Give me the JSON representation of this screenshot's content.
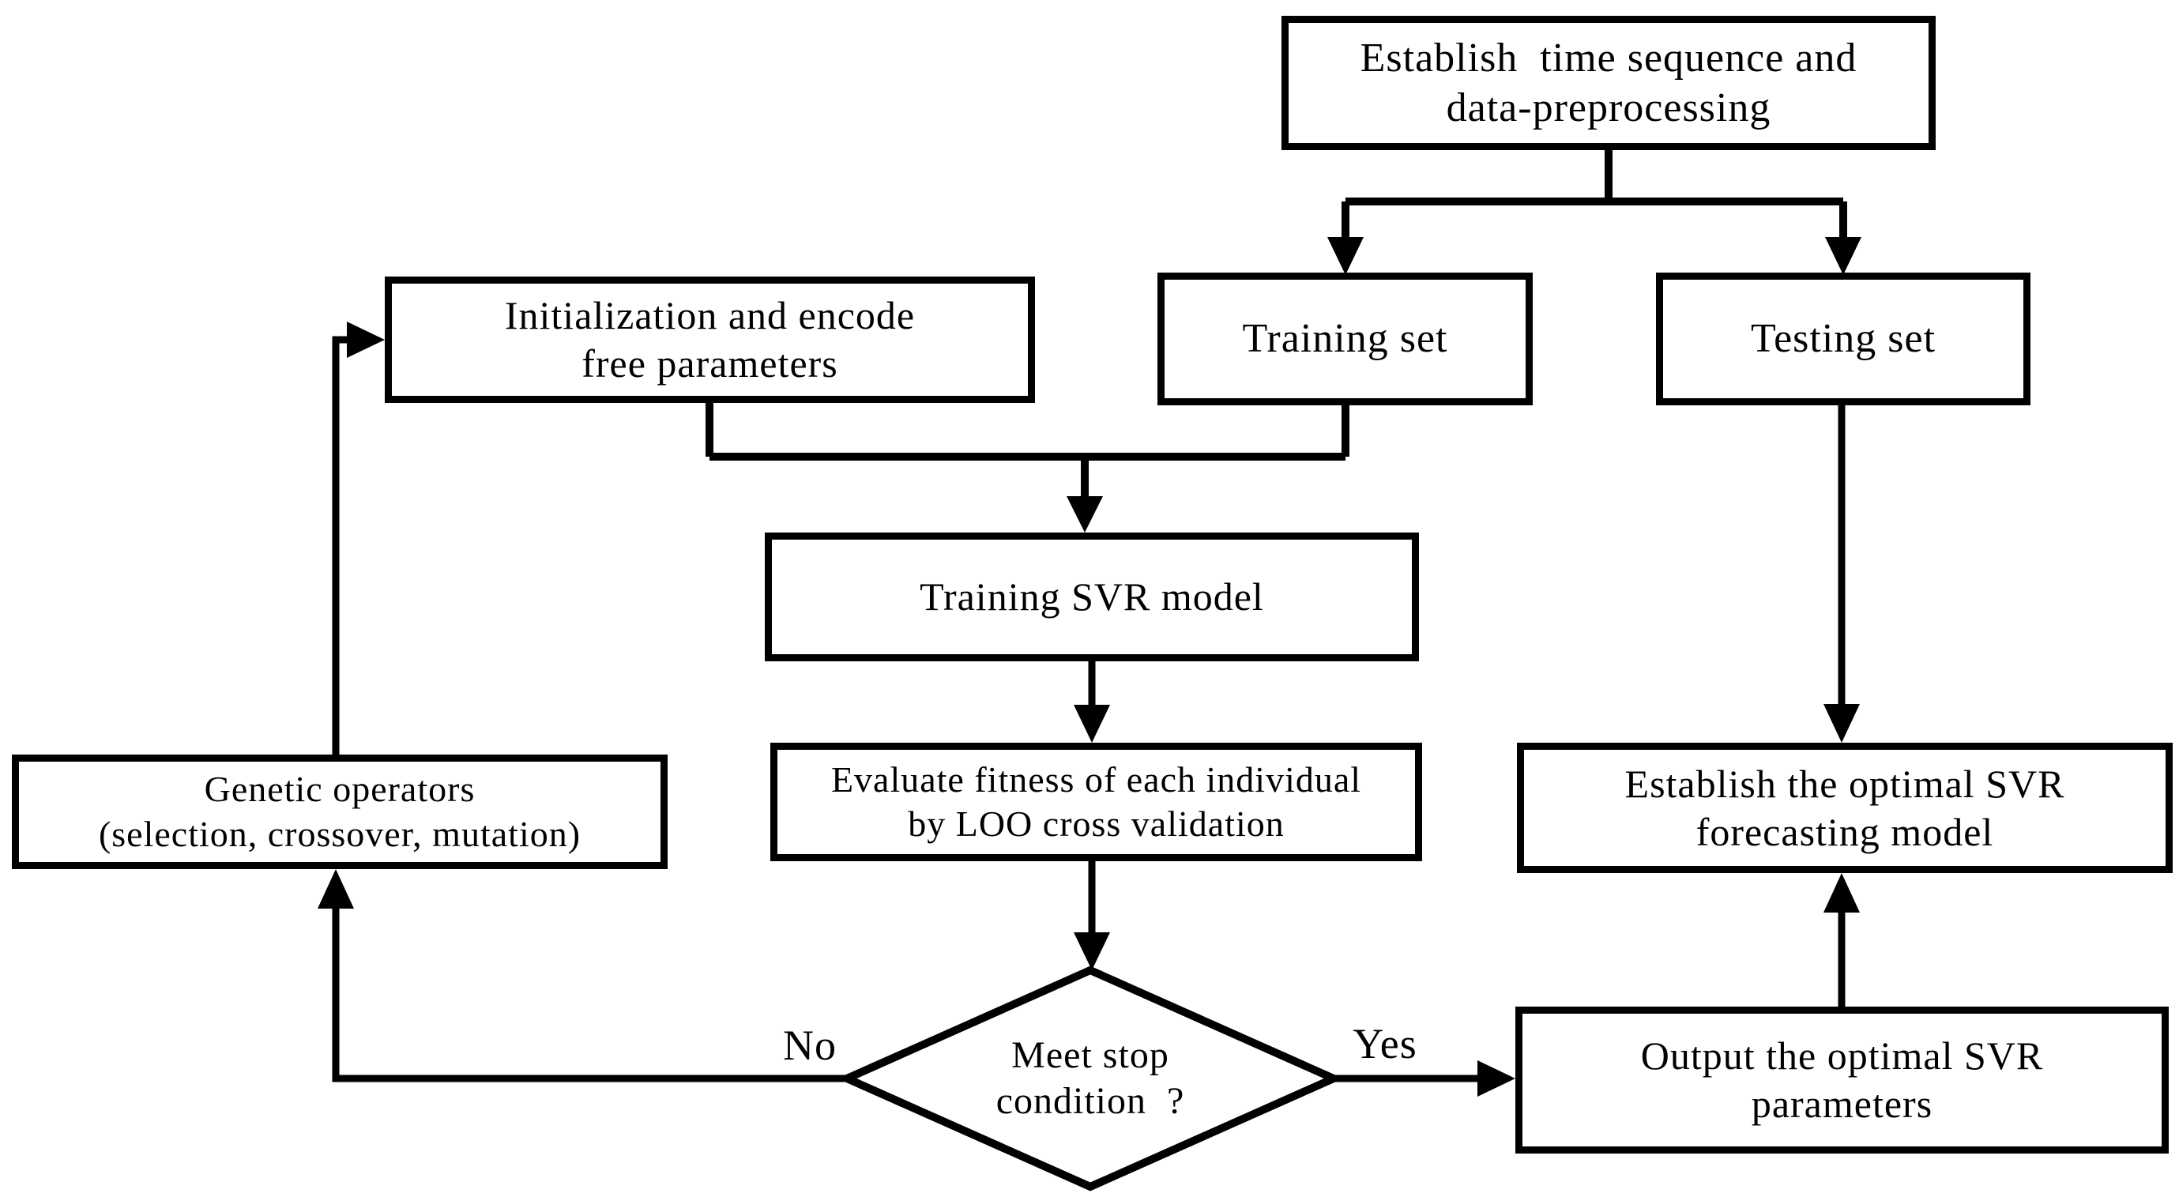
{
  "diagram_type": "flowchart",
  "colors": {
    "ink": "#000000",
    "background": "#ffffff",
    "box_fill": "#ffffff"
  },
  "nodes": {
    "establish_data": {
      "lines": [
        "Establish  time sequence and",
        "data-preprocessing"
      ]
    },
    "training_set": {
      "lines": [
        "Training set"
      ]
    },
    "testing_set": {
      "lines": [
        "Testing set"
      ]
    },
    "initialization": {
      "lines": [
        "Initialization and encode",
        "free parameters"
      ]
    },
    "training_svr": {
      "lines": [
        "Training SVR model"
      ]
    },
    "evaluate_fitness": {
      "lines": [
        "Evaluate fitness of each individual",
        "by LOO cross validation"
      ]
    },
    "genetic_operators": {
      "lines": [
        "Genetic operators",
        "(selection, crossover, mutation)"
      ]
    },
    "decision": {
      "lines": [
        "Meet stop",
        "condition  ?"
      ]
    },
    "establish_model": {
      "lines": [
        "Establish the optimal SVR",
        "forecasting model"
      ]
    },
    "output_params": {
      "lines": [
        "Output the optimal SVR",
        "parameters"
      ]
    }
  },
  "edge_labels": {
    "no": "No",
    "yes": "Yes"
  }
}
